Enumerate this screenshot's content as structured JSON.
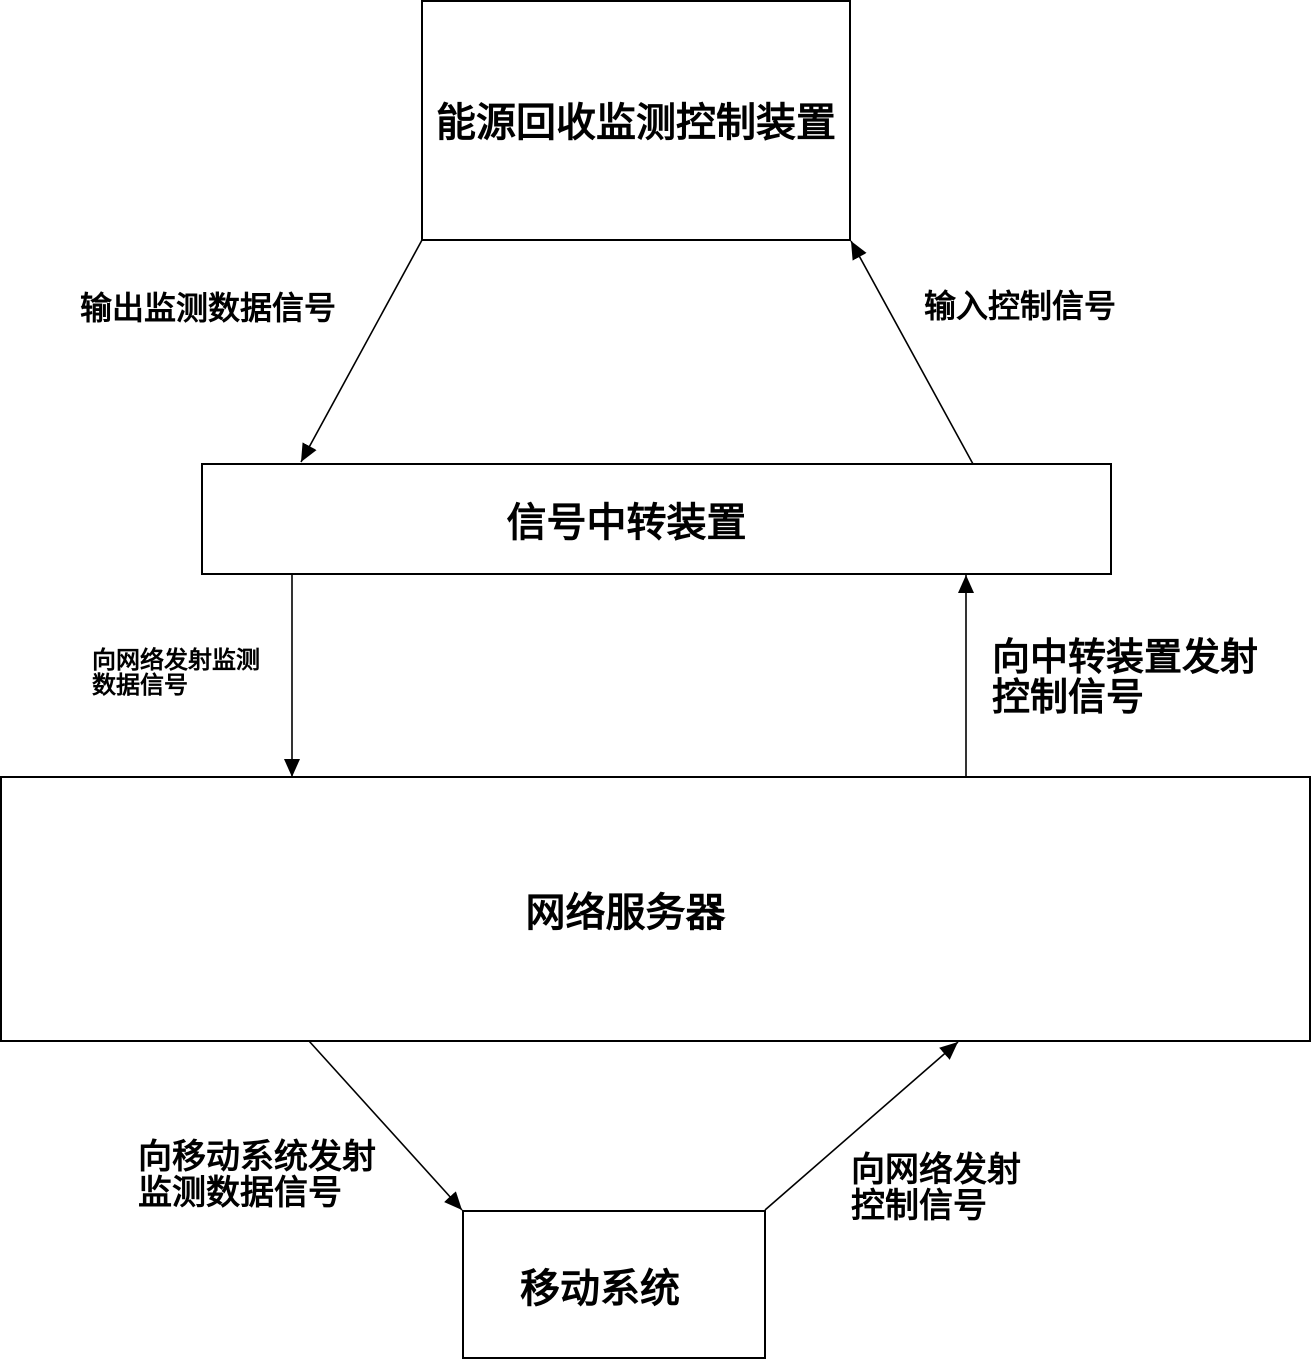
{
  "boxes": {
    "energy_device": "能源回收监测控制装置",
    "relay_device": "信号中转装置",
    "network_server": "网络服务器",
    "mobile_system": "移动系统"
  },
  "labels": {
    "output_monitor_signal": "输出监测数据信号",
    "input_control_signal": "输入控制信号",
    "relay_to_network": {
      "line1": "向网络发射监测",
      "line2": "数据信号"
    },
    "server_to_relay": {
      "line1": "向中转装置发射",
      "line2": "控制信号"
    },
    "server_to_mobile": {
      "line1": "向移动系统发射",
      "line2": "监测数据信号"
    },
    "mobile_to_network": {
      "line1": "向网络发射",
      "line2": "控制信号"
    }
  }
}
